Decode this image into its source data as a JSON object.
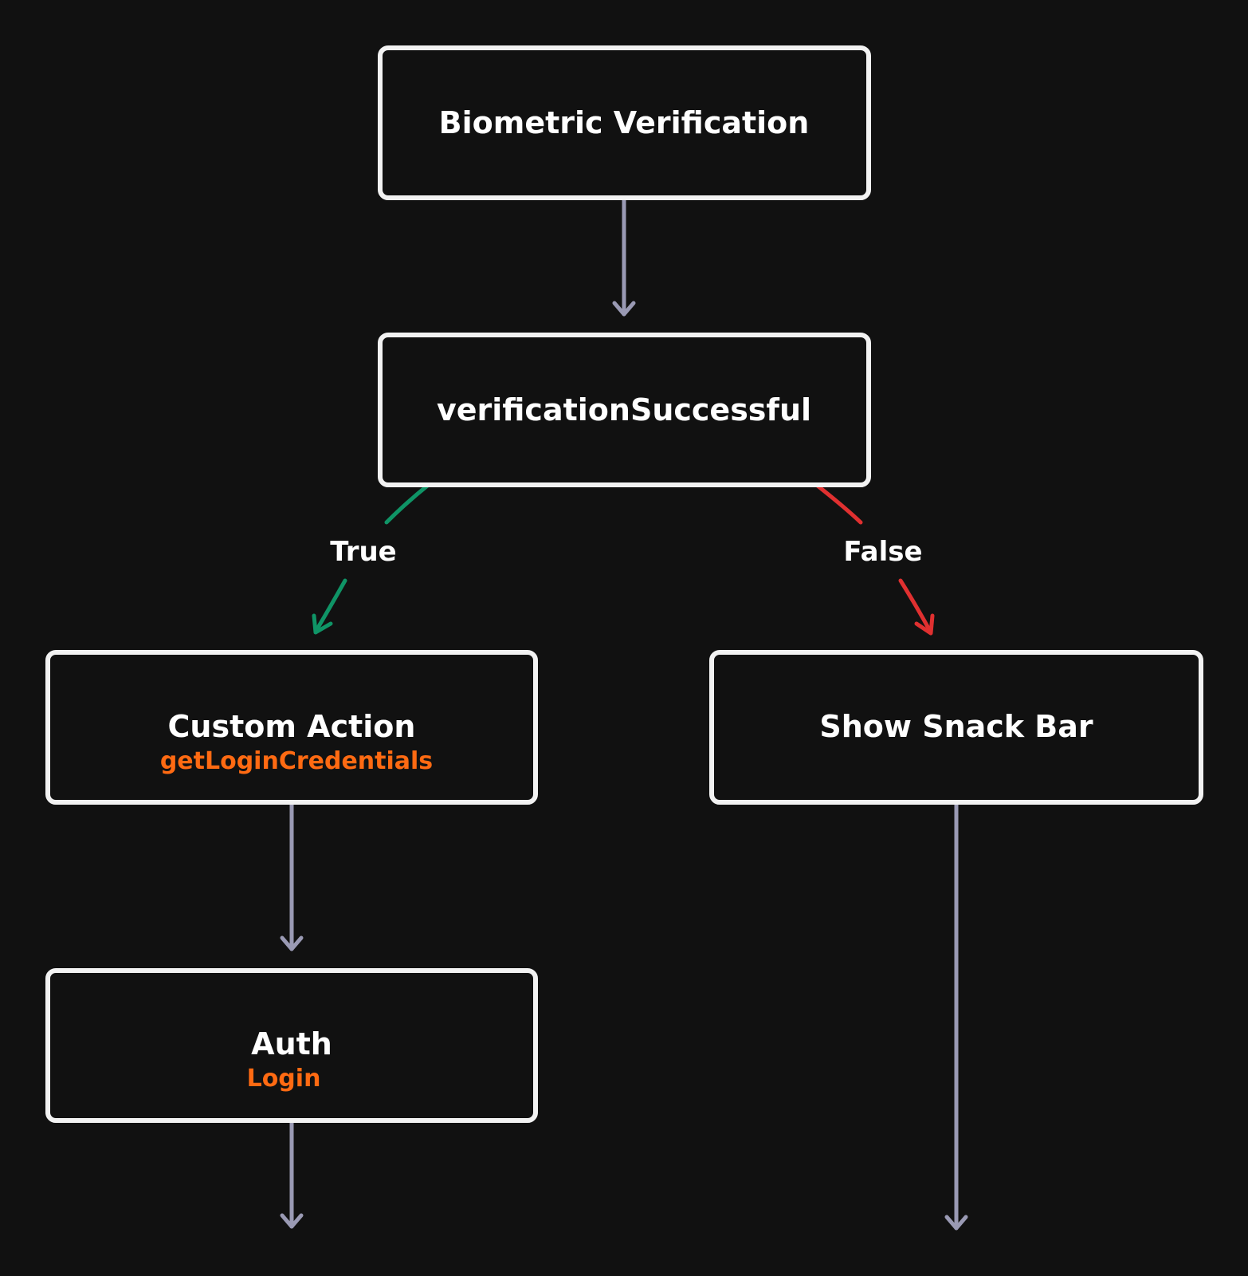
{
  "colors": {
    "background": "#111111",
    "box_border": "#f2f2f2",
    "text": "#ffffff",
    "subtitle": "#ff6a12",
    "neutral_arrow": "#9a9ab4",
    "true_arrow": "#0f9466",
    "false_arrow": "#e03030"
  },
  "nodes": {
    "biometric": {
      "title": "Biometric Verification"
    },
    "condition": {
      "title": "verificationSuccessful"
    },
    "custom_action": {
      "title": "Custom Action",
      "subtitle": "getLoginCredentials"
    },
    "snack_bar": {
      "title": "Show Snack Bar"
    },
    "auth": {
      "title": "Auth",
      "subtitle": "Login"
    }
  },
  "edges": {
    "true_label": "True",
    "false_label": "False"
  }
}
